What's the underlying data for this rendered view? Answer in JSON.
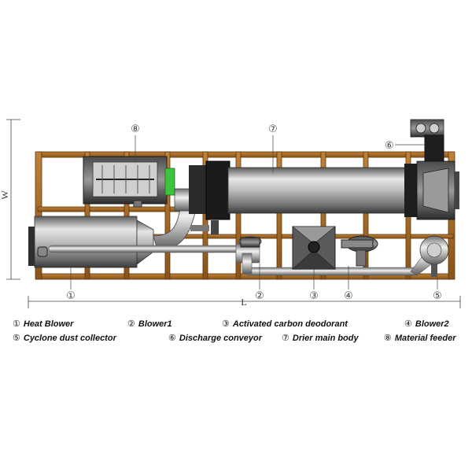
{
  "callouts": {
    "heat_blower": "①",
    "blower1": "②",
    "deodorant": "③",
    "blower2": "④",
    "cyclone": "⑤",
    "discharge_conveyor": "⑥",
    "drier_body": "⑦",
    "material_feeder": "⑧"
  },
  "dimensions": {
    "width_label": "W",
    "length_label": "L"
  },
  "legend": [
    {
      "num": "①",
      "label": "Heat Blower"
    },
    {
      "num": "②",
      "label": "Blower1"
    },
    {
      "num": "③",
      "label": "Activated carbon deodorant"
    },
    {
      "num": "④",
      "label": "Blower2"
    },
    {
      "num": "⑤",
      "label": "Cyclone dust collector"
    },
    {
      "num": "⑥",
      "label": "Discharge conveyor"
    },
    {
      "num": "⑦",
      "label": "Drier main body"
    },
    {
      "num": "⑧",
      "label": "Material feeder"
    }
  ],
  "colors": {
    "frame_wood": "#a86b28",
    "frame_wood_dark": "#6e4312",
    "steel_dark": "#2a2a2a",
    "steel_light": "#d8d8d8",
    "accent_green": "#3cc43c"
  }
}
